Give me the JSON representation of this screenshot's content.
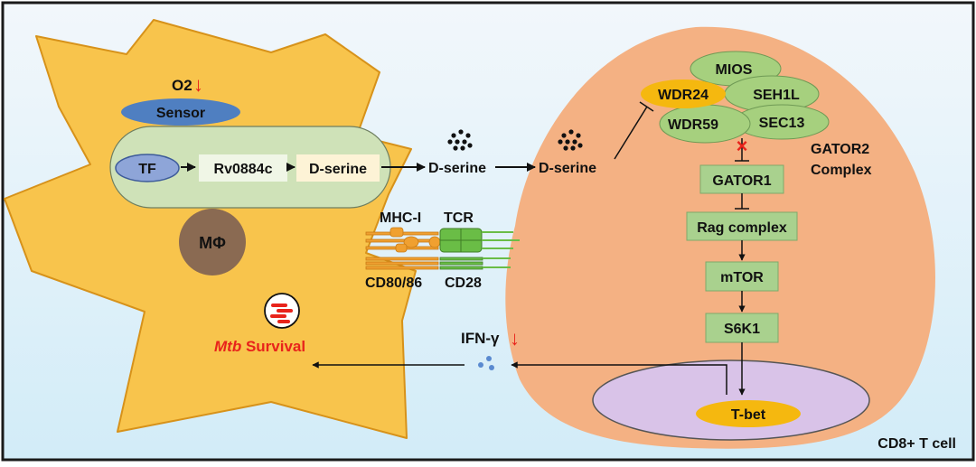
{
  "colors": {
    "frame": "#1a1a1a",
    "background_top": "#f2f7fb",
    "background_bottom": "#d2ecf8",
    "macrophage": "#f8c44c",
    "macrophage_stroke": "#d7921a",
    "bacterium": "#cfe2b8",
    "sensor": "#4f7fc1",
    "tf": "#8ea5d8",
    "rv_box": "#f0f6e6",
    "dserine_box": "#fdf3d6",
    "mphi_nucleus": "#8a6a52",
    "tcell": "#f4b183",
    "gator2_lobe": "#a6d07e",
    "wdr24": "#f5b80f",
    "pathway_box": "#a9d18e",
    "pathway_box_stroke": "#7ea96a",
    "nucleus": "#d9c3e8",
    "tbet": "#f5b80f",
    "red_accent": "#e8231b",
    "ifn_dots": "#5a8ad0",
    "receptor_orange": "#f0a030",
    "receptor_green": "#6abd46"
  },
  "macrophage": {
    "oxygen_label": "O2",
    "oxygen_arrow": "↓",
    "sensor_label": "Sensor",
    "tf_label": "TF",
    "rv_label": "Rv0884c",
    "dserine_label": "D-serine",
    "nucleus_label": "MΦ",
    "survival_italic": "Mtb",
    "survival_rest": " Survival"
  },
  "synapse": {
    "mhc_label": "MHC-I",
    "tcr_label": "TCR",
    "cd80_label": "CD80/86",
    "cd28_label": "CD28"
  },
  "transport": {
    "dserine_mid": "D-serine",
    "dserine_cell": "D-serine"
  },
  "gator2": {
    "subunits": [
      "MIOS",
      "WDR24",
      "SEH1L",
      "WDR59",
      "SEC13"
    ],
    "complex_line1": "GATOR2",
    "complex_line2": "Complex",
    "inhibition_mark": "×"
  },
  "pathway": [
    "GATOR1",
    "Rag complex",
    "mTOR",
    "S6K1"
  ],
  "tbet_label": "T-bet",
  "cytokine": {
    "label": "IFN-γ",
    "arrow": "↓"
  },
  "tcell_label": "CD8+ T cell"
}
